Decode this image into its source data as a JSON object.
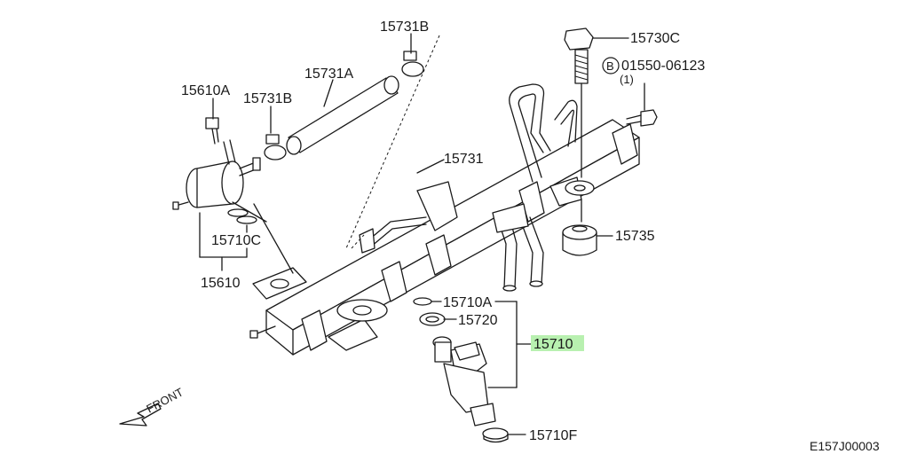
{
  "labels": {
    "p15731B_top": "15731B",
    "p15730C": "15730C",
    "p01550": "01550-06123",
    "p01550_circle": "B",
    "p01550_qty": "(1)",
    "p15610A": "15610A",
    "p15731A": "15731A",
    "p15731B_left": "15731B",
    "p15731": "15731",
    "p15710C": "15710C",
    "p15735": "15735",
    "p15610": "15610",
    "p15710A": "15710A",
    "p15720": "15720",
    "p15710": "15710",
    "p15710F": "15710F",
    "front": "FRONT",
    "code": "E157J00003"
  },
  "colors": {
    "line": "#1a1a1a",
    "highlight": "#b8f0b0",
    "background": "#ffffff"
  }
}
